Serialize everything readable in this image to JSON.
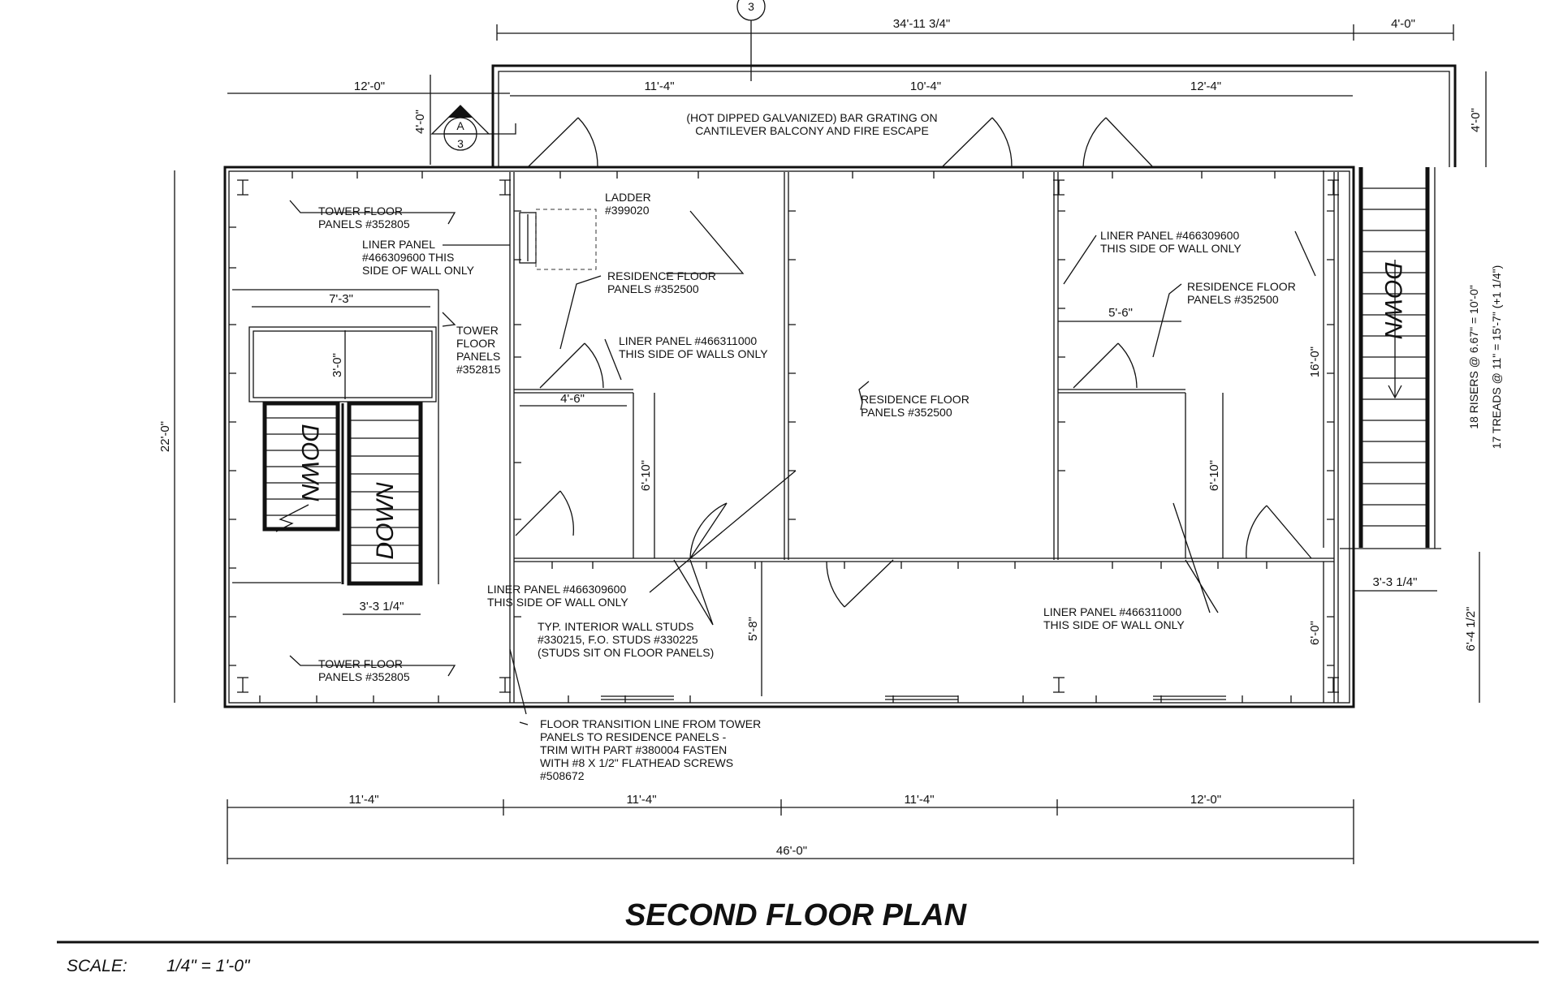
{
  "title": "SECOND FLOOR PLAN",
  "scale": {
    "label": "SCALE:",
    "value": "1/4\" = 1'-0\""
  },
  "section_marker": {
    "letter": "A",
    "number": "3",
    "top_number": "3"
  },
  "dimensions": {
    "top_overall": "34'-11 3/4\"",
    "top_right_4ft": "4'-0\"",
    "left_top_12ft": "12'-0\"",
    "balcony_11_4": "11'-4\"",
    "balcony_10_4": "10'-4\"",
    "balcony_12_4": "12'-4\"",
    "balcony_depth_left": "4'-0\"",
    "balcony_depth_right": "4'-0\"",
    "height_22ft": "22'-0\"",
    "tower_stair_7_3": "7'-3\"",
    "tower_stair_3_0": "3'-0\"",
    "tower_stair_3_3": "3'-3 1/4\"",
    "bath_left_4_6": "4'-6\"",
    "bath_left_6_10": "6'-10\"",
    "hall_5_8": "5'-8\"",
    "bath_right_5_6": "5'-6\"",
    "bath_right_6_10": "6'-10\"",
    "right_16ft": "16'-0\"",
    "right_6ft": "6'-0\"",
    "ext_stair_3_3": "3'-3 1/4\"",
    "ext_stair_6_4": "6'-4 1/2\"",
    "bottom_11_4_a": "11'-4\"",
    "bottom_11_4_b": "11'-4\"",
    "bottom_11_4_c": "11'-4\"",
    "bottom_12_0": "12'-0\"",
    "bottom_overall": "46'-0\""
  },
  "notes": {
    "balcony": [
      "(HOT DIPPED GALVANIZED) BAR GRATING ON",
      "CANTILEVER BALCONY AND FIRE ESCAPE"
    ],
    "tower_floor_top": [
      "TOWER FLOOR",
      "PANELS #352805"
    ],
    "liner_tower": [
      "LINER PANEL",
      "#466309600 THIS",
      "SIDE OF WALL ONLY"
    ],
    "ladder": [
      "LADDER",
      "#399020"
    ],
    "residence_floor_left": [
      "RESIDENCE FLOOR",
      "PANELS #352500"
    ],
    "tower_floor_mid": [
      "TOWER",
      "FLOOR",
      "PANELS",
      "#352815"
    ],
    "liner_bath_left": [
      "LINER PANEL #466311000",
      "THIS SIDE OF WALLS ONLY"
    ],
    "residence_floor_center": [
      "RESIDENCE FLOOR",
      "PANELS #352500"
    ],
    "liner_right_top": [
      "LINER PANEL #466309600",
      "THIS SIDE OF WALL ONLY"
    ],
    "residence_floor_right": [
      "RESIDENCE FLOOR",
      "PANELS #352500"
    ],
    "liner_bottom_left": [
      "LINER PANEL #466309600",
      "THIS SIDE OF WALL ONLY"
    ],
    "studs": [
      "TYP. INTERIOR WALL STUDS",
      "#330215, F.O. STUDS #330225",
      "(STUDS SIT ON FLOOR PANELS)"
    ],
    "liner_bottom_right": [
      "LINER PANEL #466311000",
      "THIS SIDE OF WALL ONLY"
    ],
    "tower_floor_bottom": [
      "TOWER FLOOR",
      "PANELS #352805"
    ],
    "floor_transition": [
      "FLOOR TRANSITION LINE FROM TOWER",
      "PANELS TO RESIDENCE PANELS -",
      "TRIM WITH PART #380004 FASTEN",
      "WITH #8 X 1/2\" FLATHEAD SCREWS",
      "#508672"
    ]
  },
  "stair_labels": {
    "tower_left": "DOWN",
    "tower_right": "DOWN",
    "exterior": "DOWN",
    "risers": "18 RISERS @ 6.67\" = 10'-0\"",
    "treads": "17 TREADS @ 11\" = 15'-7\" (+1 1/4\")"
  }
}
